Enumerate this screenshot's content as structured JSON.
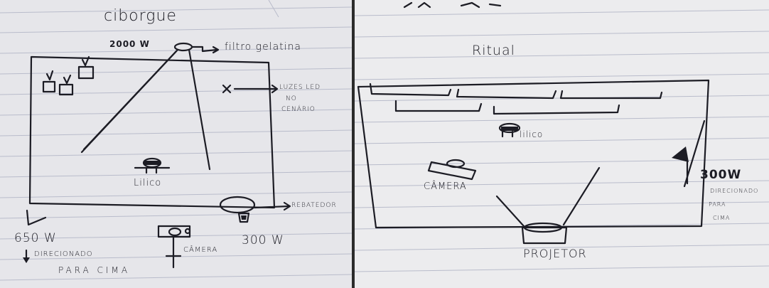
{
  "left_page": {
    "title": "ciborgue",
    "lamp_2000": "2000 W",
    "filter_note": "filtro gelatina",
    "led_note_1": "LUZES LED",
    "led_note_2": "NO",
    "led_note_3": "CENÁRIO",
    "performer": "Lilico",
    "reflector": "REBATEDOR",
    "lamp_650": "650 W",
    "direction_1": "DIRECIONADO",
    "direction_2": "PARA CIMA",
    "camera": "CÂMERA",
    "lamp_300": "300 W"
  },
  "right_page": {
    "header_fragment": "",
    "title": "Ritual",
    "performer": "lilico",
    "camera": "CÂMERA",
    "lamp_300": "300W",
    "direction_1": "DIRECIONADO",
    "direction_2": "PARA",
    "direction_3": "CIMA",
    "projector": "PROJETOR"
  },
  "colors": {
    "paper_left": "#e6e6ea",
    "paper_right": "#ececee",
    "ruled_line": "#b9bccb",
    "ink": "#1c1c24",
    "gutter": "#2b2b2b"
  }
}
